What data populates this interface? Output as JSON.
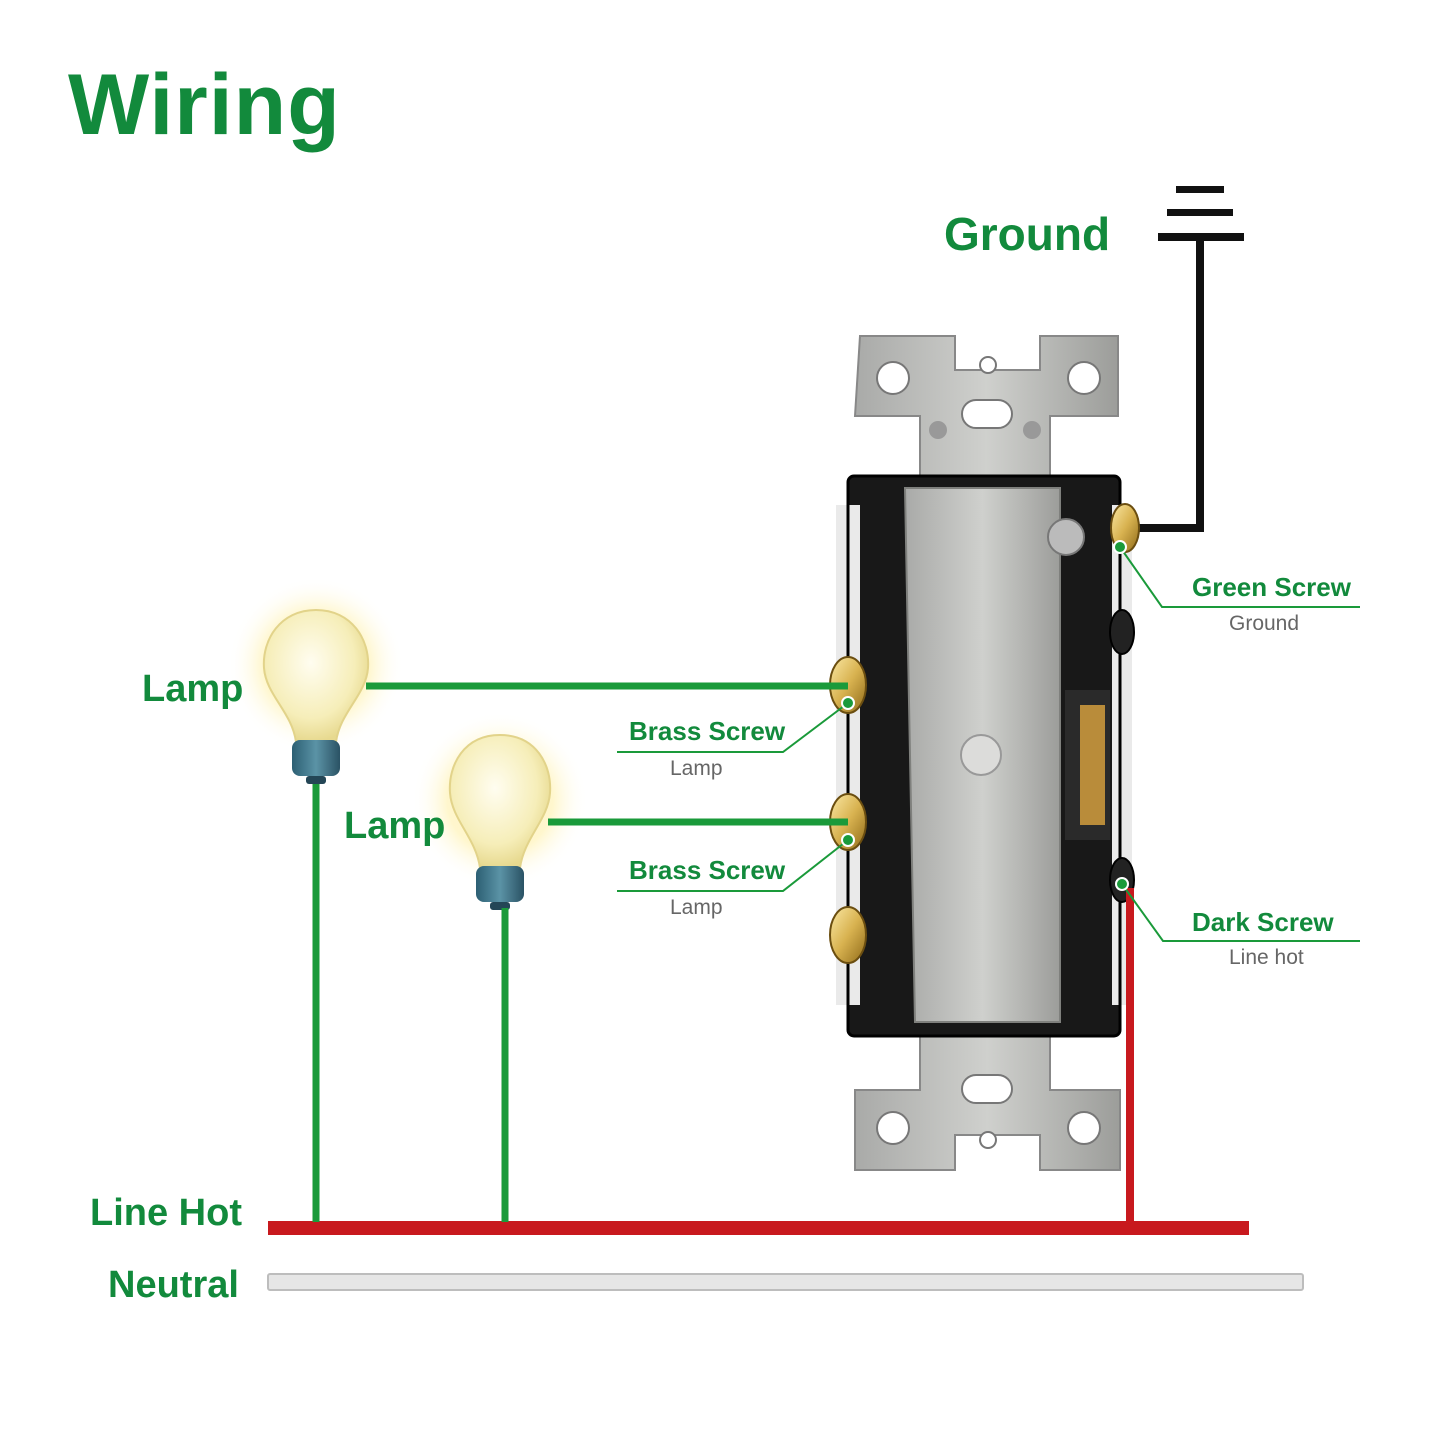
{
  "title": "Wiring",
  "labels": {
    "ground": "Ground",
    "lamp_1": "Lamp",
    "lamp_2": "Lamp",
    "line_hot": "Line Hot",
    "neutral": "Neutral"
  },
  "callouts": [
    {
      "name": "Green Screw",
      "desc": "Ground"
    },
    {
      "name": "Brass Screw",
      "desc": "Lamp"
    },
    {
      "name": "Brass Screw",
      "desc": "Lamp"
    },
    {
      "name": "Dark Screw",
      "desc": "Line hot"
    }
  ],
  "colors": {
    "label_green": "#128a3c",
    "wire_green": "#1a9a3a",
    "wire_hot": "#c8191e",
    "wire_ground": "#111111",
    "wire_neutral": "#e6e6e6"
  },
  "icons": [
    "ground-symbol-icon",
    "light-bulb-icon",
    "light-switch-device"
  ]
}
